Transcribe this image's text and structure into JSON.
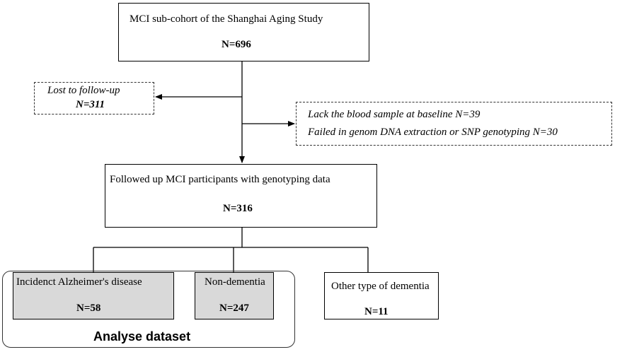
{
  "top_box": {
    "title": "MCI sub-cohort of the Shanghai Aging Study",
    "count": "N=696"
  },
  "lost_box": {
    "title": "Lost to follow-up",
    "count": "N=311"
  },
  "excluded_box": {
    "line1": "Lack the blood sample at baseline N=39",
    "line2": "Failed in genom DNA extraction or SNP genotyping N=30"
  },
  "followed_box": {
    "title": "Followed up MCI participants with genotyping data",
    "count": "N=316"
  },
  "ad_box": {
    "title": "Incidenct Alzheimer's disease",
    "count": "N=58"
  },
  "nondementia_box": {
    "title": "Non-dementia",
    "count": "N=247"
  },
  "other_box": {
    "title": "Other type of dementia",
    "count": "N=11"
  },
  "dataset_group": {
    "title": "Analyse dataset"
  }
}
